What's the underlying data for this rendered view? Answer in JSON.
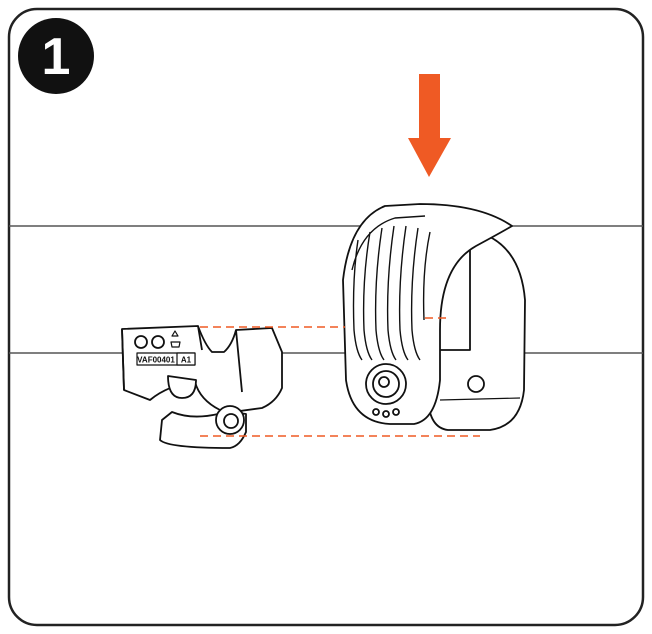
{
  "step": {
    "number": "1",
    "badge_color": "#111111"
  },
  "colors": {
    "arrow": "#ef5a24",
    "guide_line": "#ef5a24",
    "outline": "#111111",
    "frame": "#222222",
    "rail": "#555555"
  },
  "icons": {
    "direction": "arrow-down-icon"
  },
  "clip_part": {
    "label_code": "VAF00401",
    "label_rev": "A1"
  }
}
